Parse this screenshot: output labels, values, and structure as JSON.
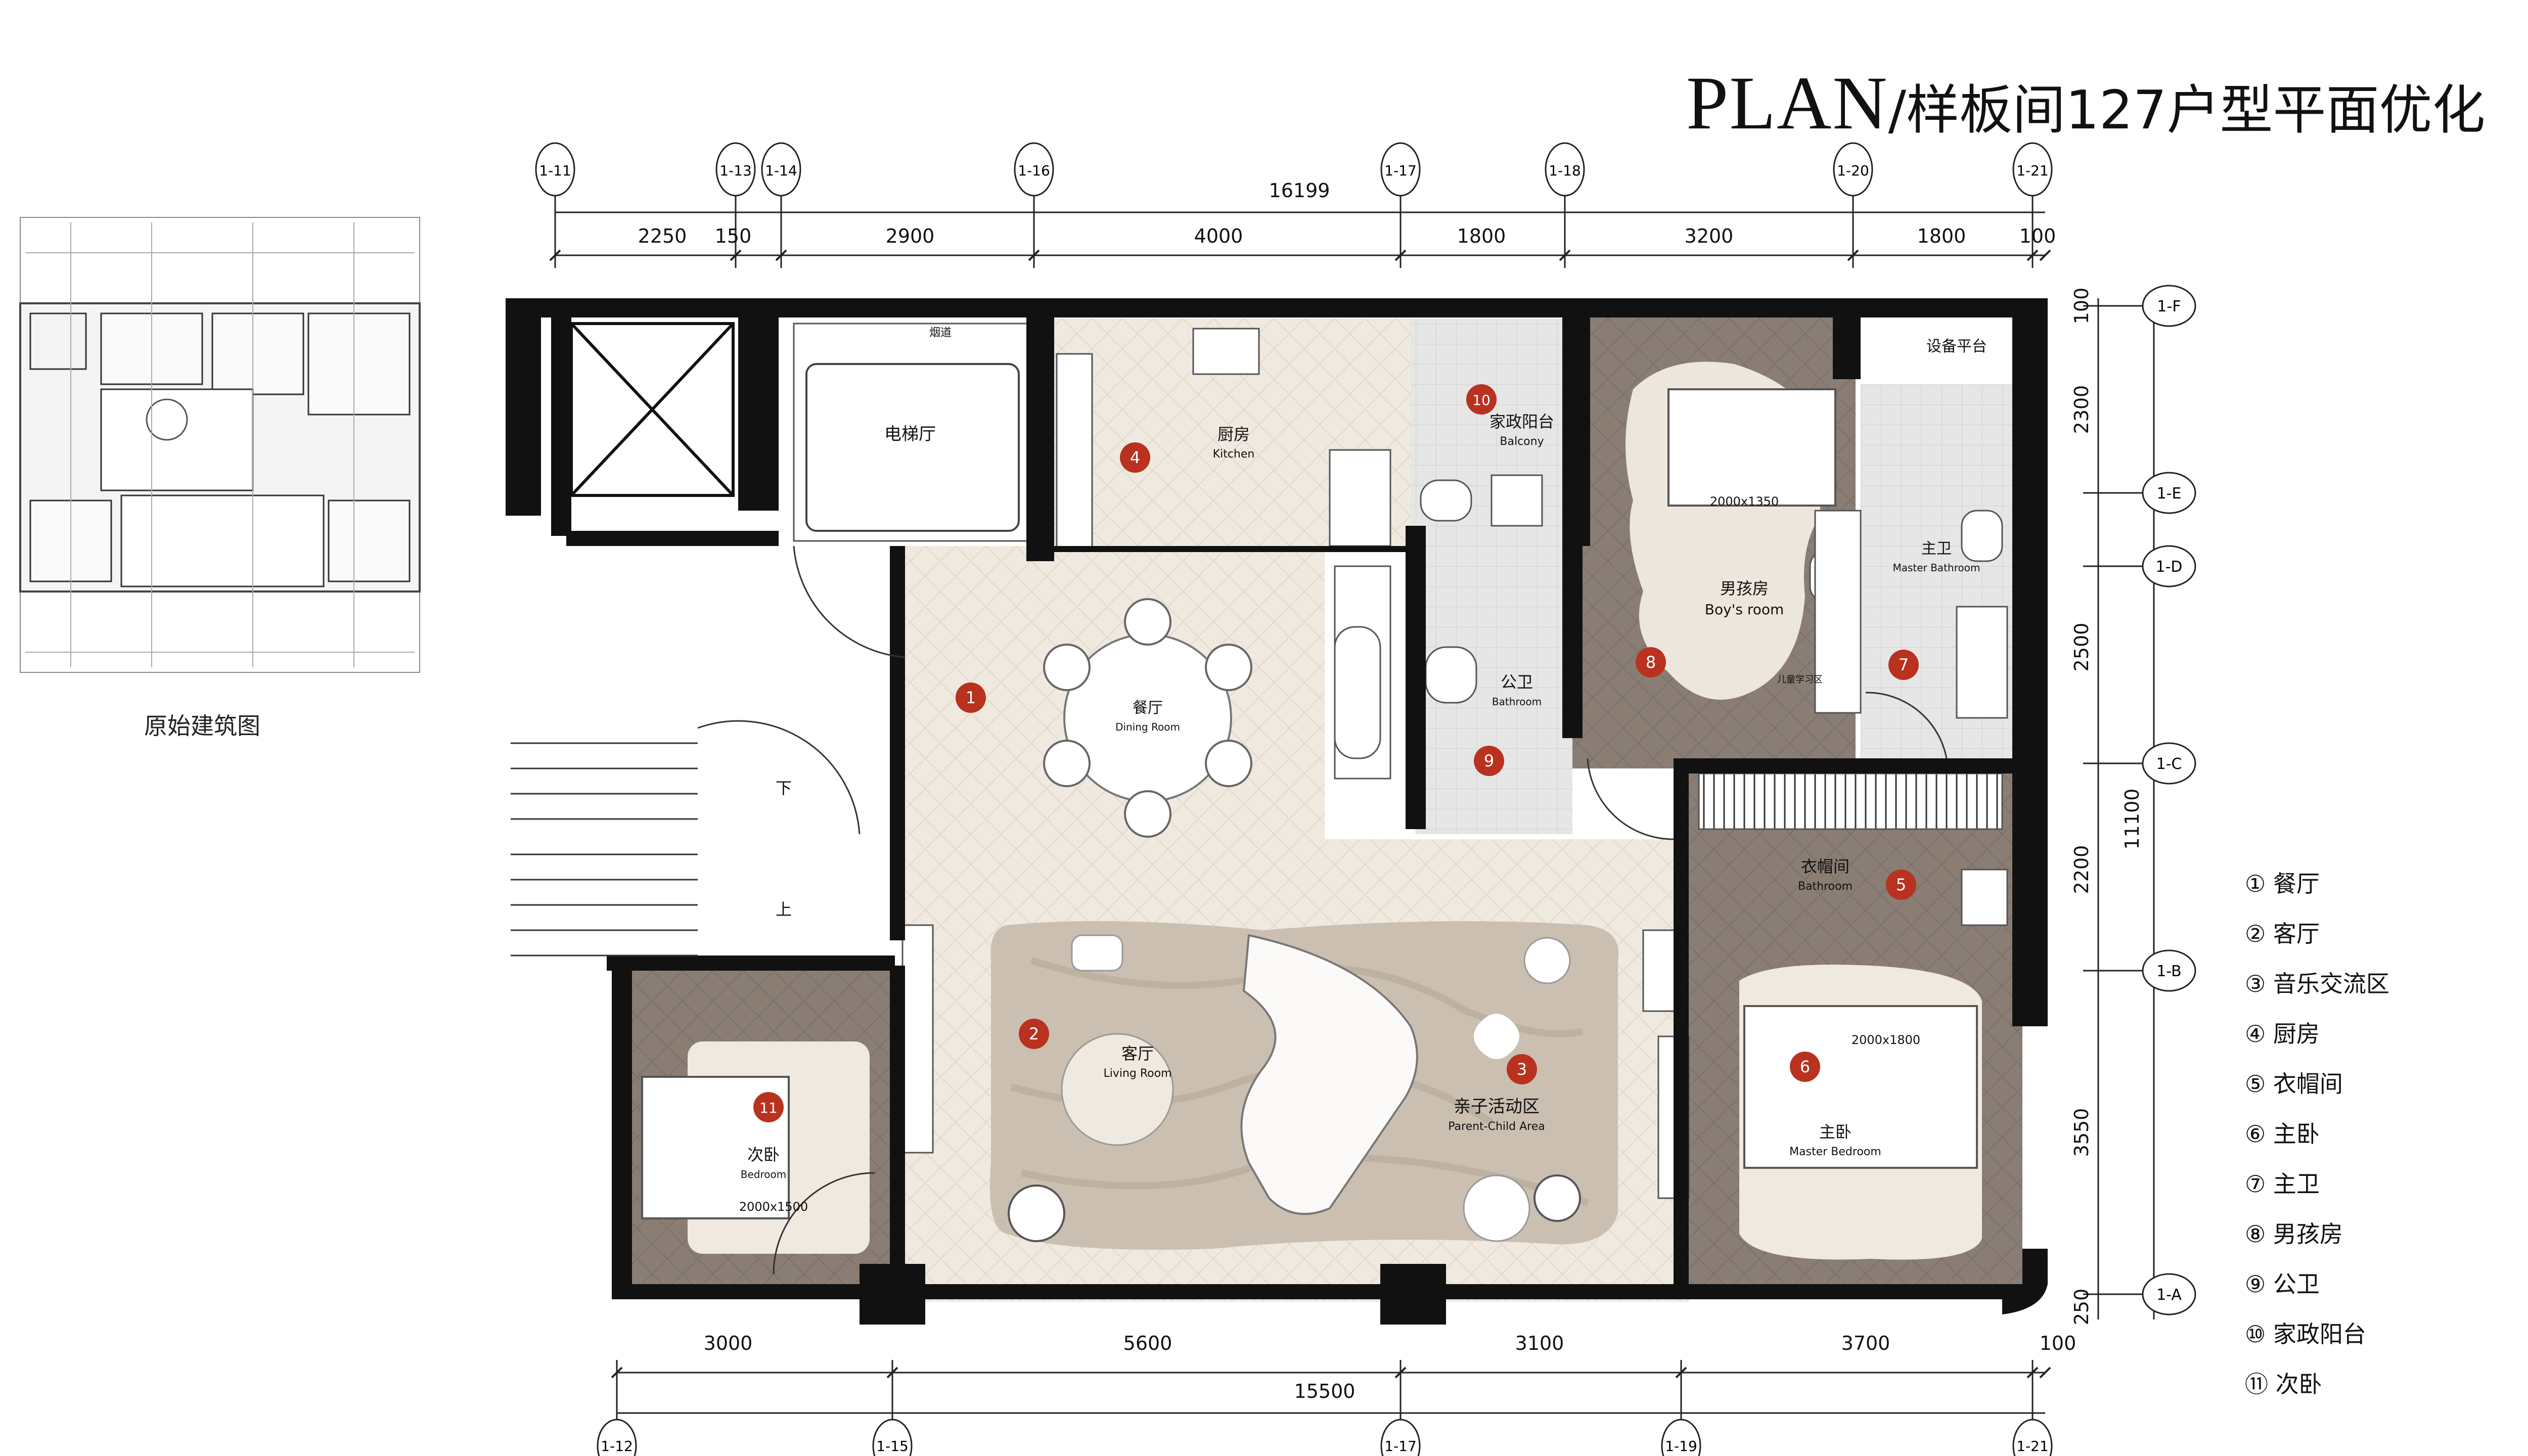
{
  "title": {
    "main": "PLAN",
    "sub": "/样板间127户型平面优化"
  },
  "original_plan_caption": "原始建筑图",
  "gridlines_top": [
    "1-11",
    "1-13",
    "1-14",
    "1-16",
    "1-17",
    "1-18",
    "1-20",
    "1-21"
  ],
  "gridlines_bottom": [
    "1-12",
    "1-15",
    "1-17",
    "1-19",
    "1-21"
  ],
  "gridlines_right": [
    "1-F",
    "1-E",
    "1-D",
    "1-C",
    "1-B",
    "1-A"
  ],
  "dims_top_total": "16199",
  "dims_top": [
    "2250",
    "150",
    "2900",
    "4000",
    "1800",
    "3200",
    "1800",
    "100"
  ],
  "dims_bottom": [
    "3000",
    "5600",
    "3100",
    "3700",
    "100"
  ],
  "dims_bottom_total": "15500",
  "dims_right": [
    "100",
    "2300",
    "2500",
    "2200",
    "3550",
    "250"
  ],
  "dims_right_total": "11100",
  "rooms": {
    "elevator_hall": "电梯厅",
    "kitchen_cn": "厨房",
    "kitchen_en": "Kitchen",
    "balcony_cn": "家政阳台",
    "balcony_en": "Balcony",
    "boys_room_cn": "男孩房",
    "boys_room_en": "Boy's room",
    "study_area": "儿童学习区",
    "equipment_platform": "设备平台",
    "master_bath_cn": "主卫",
    "master_bath_en": "Master Bathroom",
    "dining_cn": "餐厅",
    "dining_en": "Dining Room",
    "public_bath_cn": "公卫",
    "public_bath_en": "Bathroom",
    "cloakroom_cn": "衣帽间",
    "cloakroom_en": "Bathroom",
    "living_cn": "客厅",
    "living_en": "Living Room",
    "parent_child_cn": "亲子活动区",
    "parent_child_en": "Parent-Child  Area",
    "master_bed_cn": "主卧",
    "master_bed_en": "Master Bedroom",
    "second_bed_cn": "次卧",
    "second_bed_en": "Bedroom",
    "bed_boys": "2000x1350",
    "bed_master": "2000x1800",
    "bed_second": "2000x1500",
    "stair_down": "下",
    "stair_up": "上",
    "small_label_top": "烟道"
  },
  "markers": [
    "1",
    "2",
    "3",
    "4",
    "5",
    "6",
    "7",
    "8",
    "9",
    "10",
    "11"
  ],
  "legend": [
    {
      "num": "①",
      "label": "餐厅"
    },
    {
      "num": "②",
      "label": "客厅"
    },
    {
      "num": "③",
      "label": "音乐交流区"
    },
    {
      "num": "④",
      "label": "厨房"
    },
    {
      "num": "⑤",
      "label": "衣帽间"
    },
    {
      "num": "⑥",
      "label": "主卧"
    },
    {
      "num": "⑦",
      "label": "主卫"
    },
    {
      "num": "⑧",
      "label": "男孩房"
    },
    {
      "num": "⑨",
      "label": "公卫"
    },
    {
      "num": "⑩",
      "label": "家政阳台"
    },
    {
      "num": "⑪",
      "label": "次卧"
    }
  ],
  "colors": {
    "wall": "#111111",
    "wood_floor": "#efe9df",
    "dark_floor": "#8a7d74",
    "tile_floor": "#e8e8e8",
    "rug": "#cbbfb1",
    "marker": "#b8321f"
  }
}
